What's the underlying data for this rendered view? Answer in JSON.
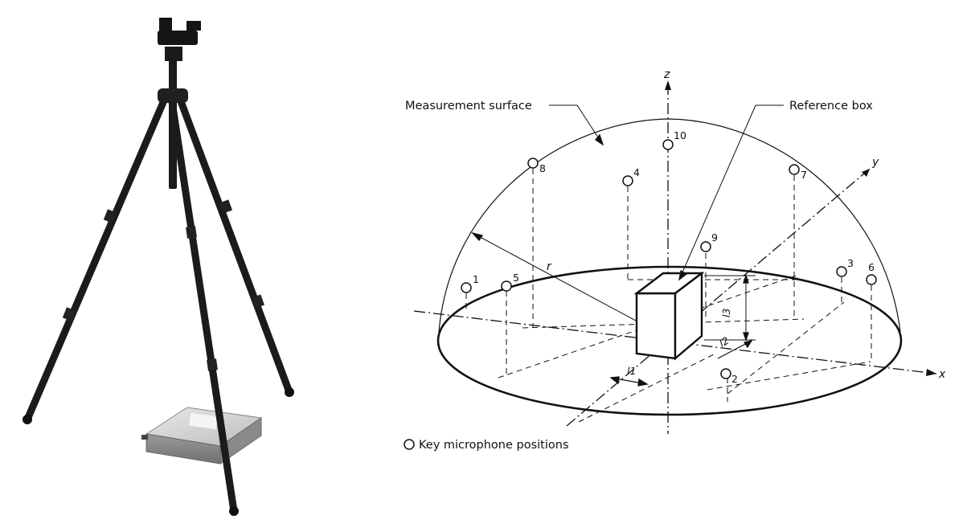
{
  "photo": {
    "subject": "camera tripod with microphone and a small metal box on the floor"
  },
  "diagram": {
    "labels": {
      "measurement_surface": "Measurement surface",
      "reference_box": "Reference box",
      "legend": "Key microphone positions"
    },
    "axes": {
      "x": "x",
      "y": "y",
      "z": "z"
    },
    "radius_label": "r",
    "dimensions": [
      "l1",
      "l2",
      "l3"
    ],
    "microphones": [
      "1",
      "2",
      "3",
      "4",
      "5",
      "6",
      "7",
      "8",
      "9",
      "10"
    ],
    "colors": {
      "line": "#111111",
      "background": "#ffffff"
    }
  }
}
